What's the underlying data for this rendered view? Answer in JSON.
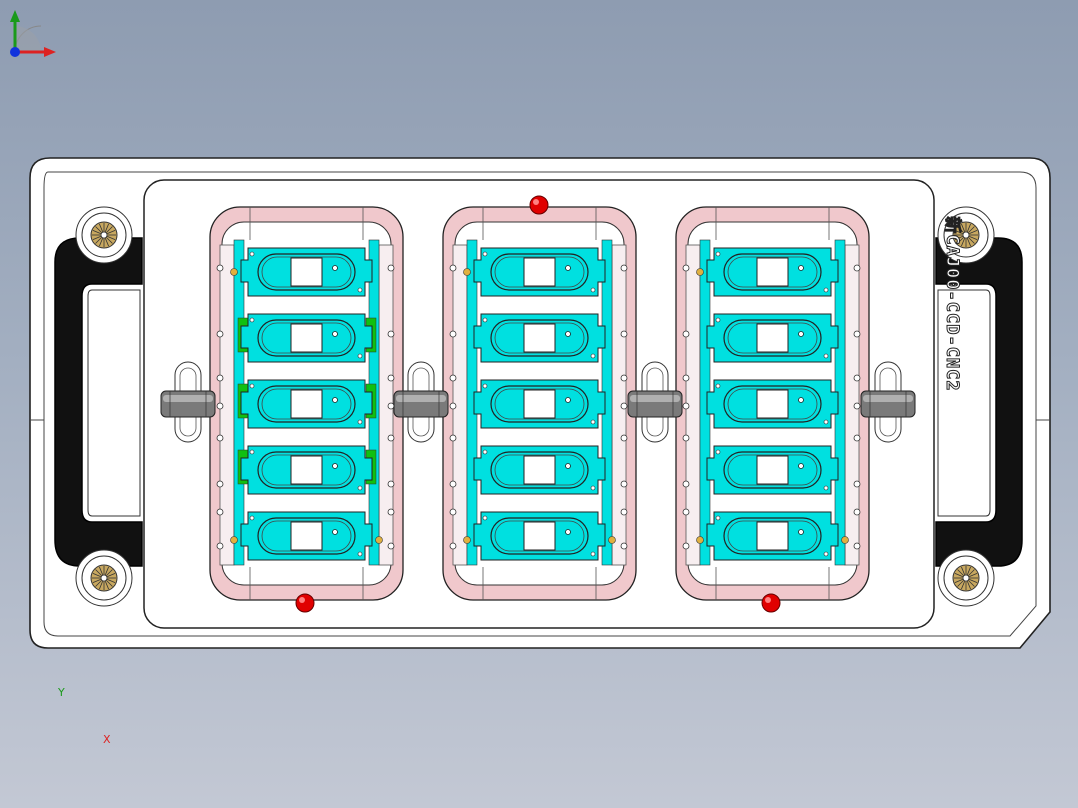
{
  "engraving": {
    "part_number": "新CAJ00-CCD-CNC2"
  },
  "axes": {
    "x_label": "X",
    "y_label": "Y"
  },
  "colors": {
    "background_top": "#8e9cb1",
    "plate": "#ffffff",
    "handle": "#111111",
    "nest_pad": "#00e0e0",
    "frame_pink": "#f0c8cc",
    "locating_pin": "#e00000",
    "spacer_green": "#10c010"
  },
  "layout_summary": {
    "fixture_columns": 3,
    "nests_per_column": 5
  }
}
